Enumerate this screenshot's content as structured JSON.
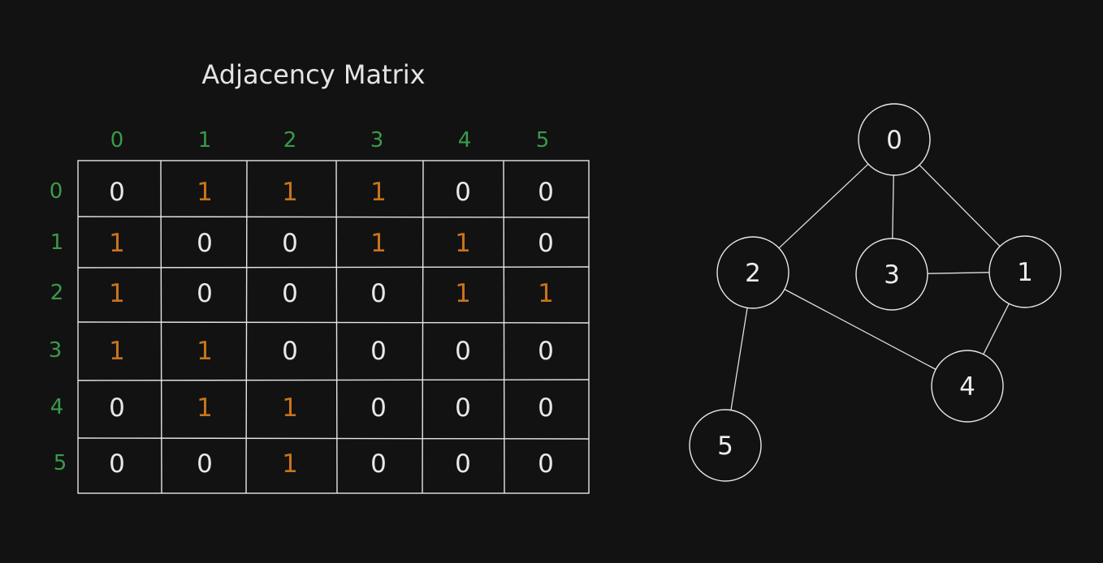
{
  "title": "Adjacency Matrix",
  "colors": {
    "background": "#121212",
    "header": "#3a9a4a",
    "one": "#c8741a",
    "zero": "#e8e8e8",
    "lines": "#e6e6e6"
  },
  "matrix": {
    "column_headers": [
      "0",
      "1",
      "2",
      "3",
      "4",
      "5"
    ],
    "row_headers": [
      "0",
      "1",
      "2",
      "3",
      "4",
      "5"
    ],
    "rows": [
      [
        "0",
        "1",
        "1",
        "1",
        "0",
        "0"
      ],
      [
        "1",
        "0",
        "0",
        "1",
        "1",
        "0"
      ],
      [
        "1",
        "0",
        "0",
        "0",
        "1",
        "1"
      ],
      [
        "1",
        "1",
        "0",
        "0",
        "0",
        "0"
      ],
      [
        "0",
        "1",
        "1",
        "0",
        "0",
        "0"
      ],
      [
        "0",
        "0",
        "1",
        "0",
        "0",
        "0"
      ]
    ]
  },
  "graph": {
    "nodes": [
      "0",
      "1",
      "2",
      "3",
      "4",
      "5"
    ],
    "edges": [
      [
        "0",
        "2"
      ],
      [
        "0",
        "3"
      ],
      [
        "0",
        "1"
      ],
      [
        "3",
        "1"
      ],
      [
        "1",
        "4"
      ],
      [
        "2",
        "4"
      ],
      [
        "2",
        "5"
      ]
    ]
  }
}
